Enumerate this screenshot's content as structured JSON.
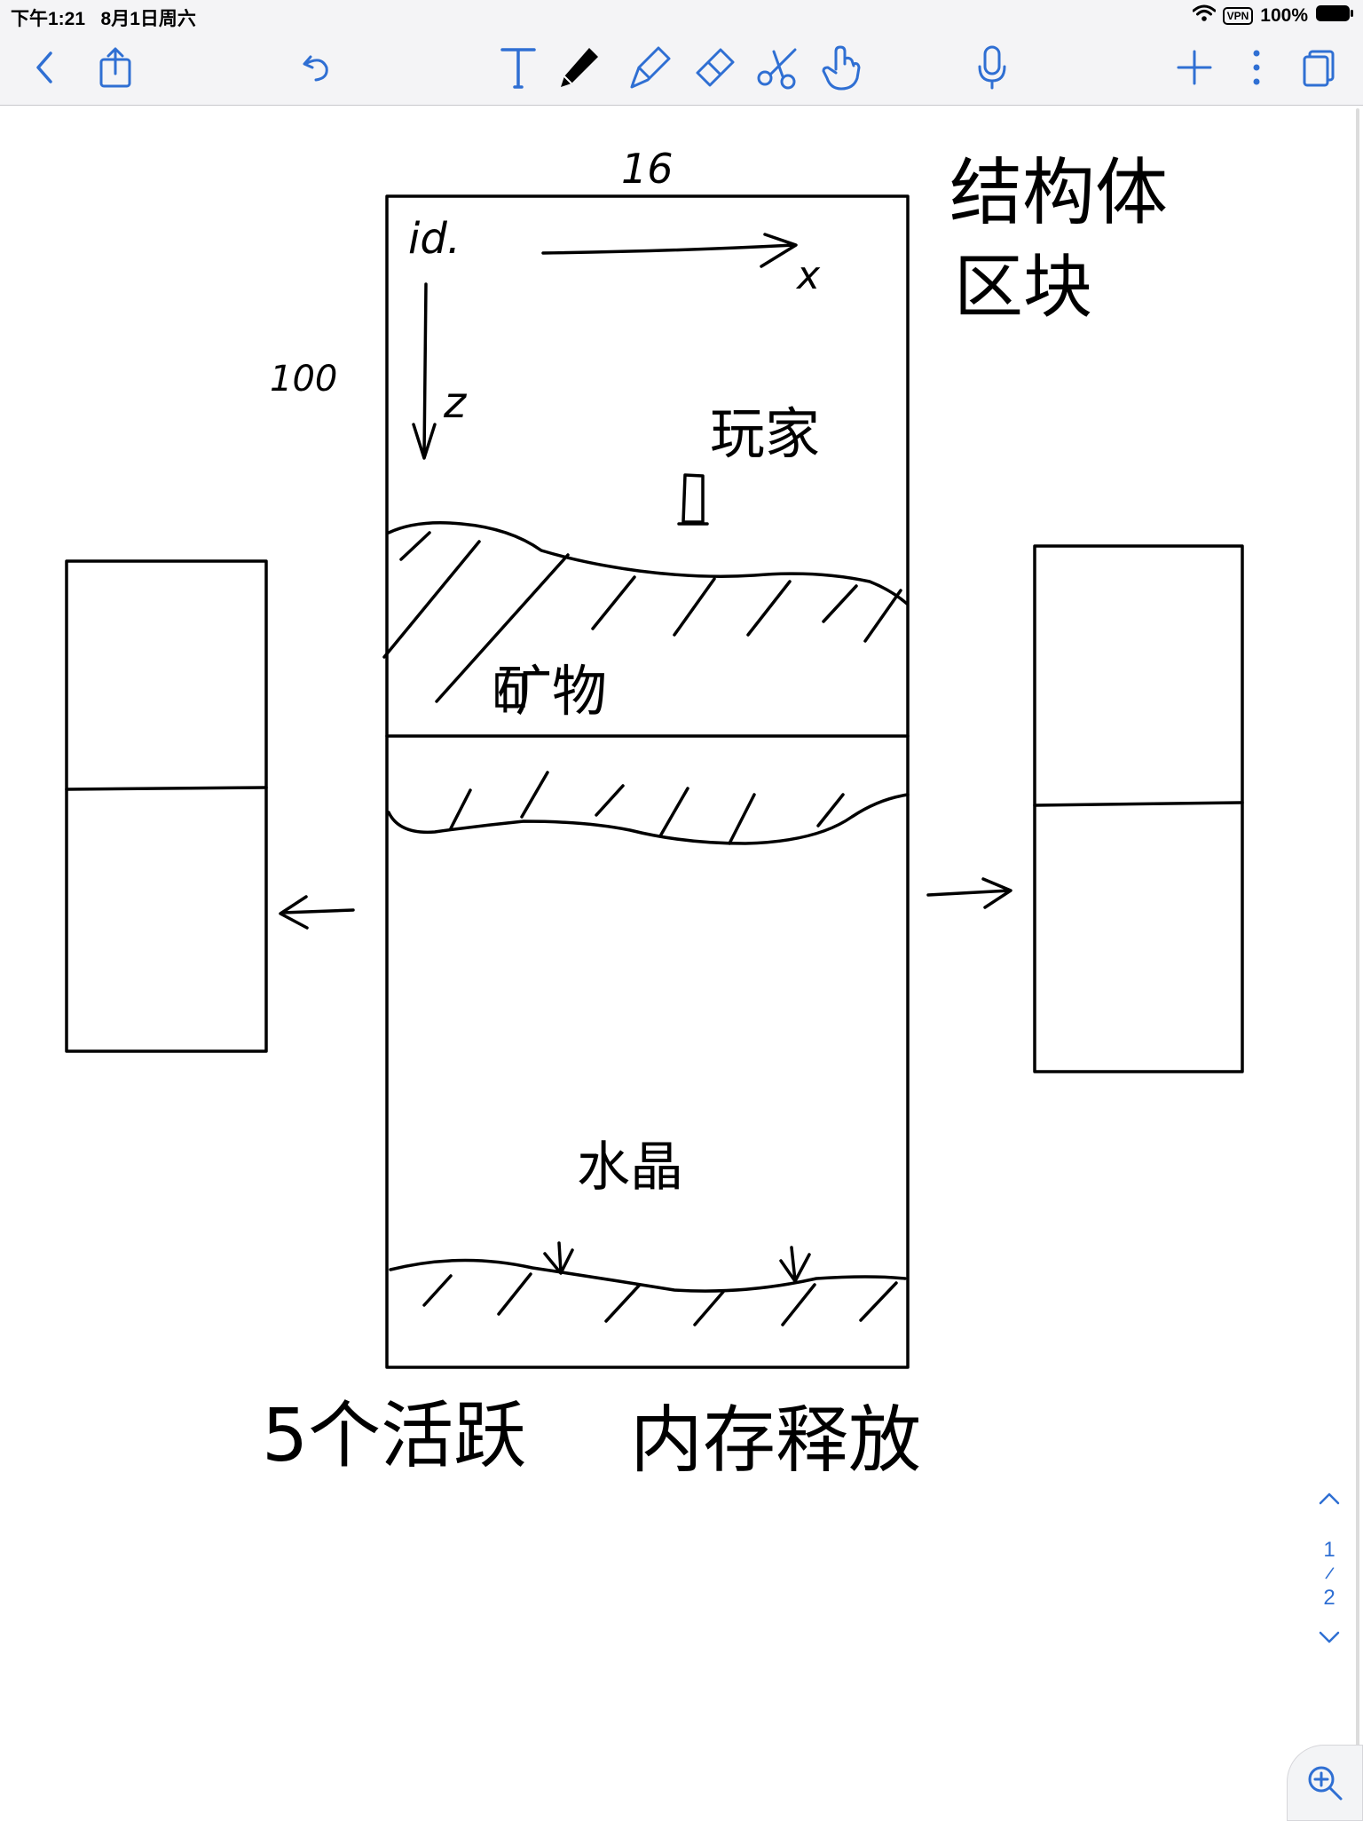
{
  "status_bar": {
    "time": "下午1:21",
    "date": "8月1日周六",
    "vpn": "VPN",
    "battery": "100%"
  },
  "toolbar": {
    "tools": [
      "back",
      "share",
      "undo",
      "text",
      "pen",
      "highlighter",
      "eraser",
      "lasso",
      "touch",
      "microphone",
      "add",
      "more",
      "pages"
    ],
    "accent_color": "#2f6fd3"
  },
  "canvas": {
    "notes": {
      "width_label": "16",
      "height_label": "100",
      "id_label": "id.",
      "x_axis": "x",
      "z_axis": "z",
      "struct_title": "结构体",
      "block_label": "区块",
      "player_label": "玩家",
      "ore_label": "矿物",
      "crystal_label": "水晶",
      "active_label": "5个活跃",
      "release_label": "内存释放"
    }
  },
  "page_nav": {
    "current": "1",
    "separator": "/",
    "total": "2"
  }
}
